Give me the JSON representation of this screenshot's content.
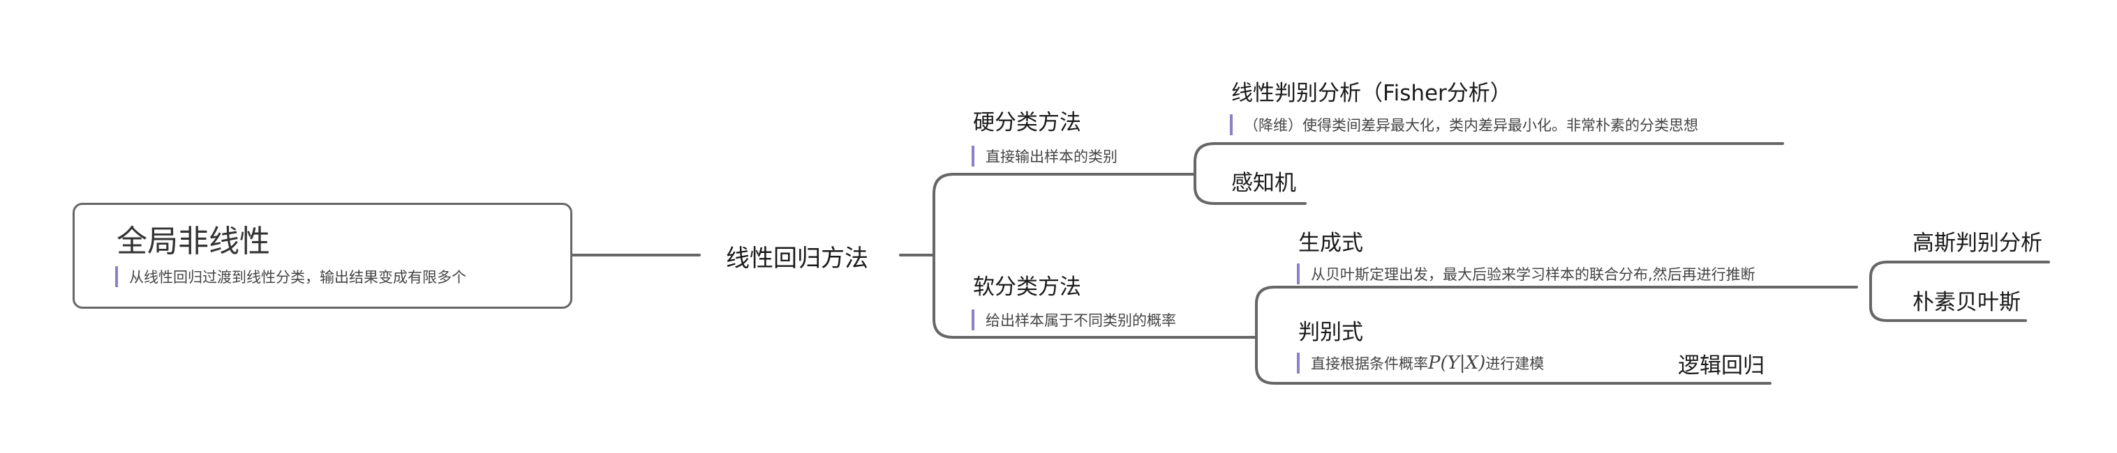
{
  "root": {
    "title": "全局非线性",
    "note": "从线性回归过渡到线性分类，输出结果变成有限多个"
  },
  "level1": {
    "title": "线性回归方法"
  },
  "hard": {
    "title": "硬分类方法",
    "note": "直接输出样本的类别",
    "children": {
      "fisher": {
        "title": "线性判别分析（Fisher分析）",
        "note": "（降维）使得类间差异最大化，类内差异最小化。非常朴素的分类思想"
      },
      "perceptron": {
        "title": "感知机"
      }
    }
  },
  "soft": {
    "title": "软分类方法",
    "note": "给出样本属于不同类别的概率",
    "children": {
      "generative": {
        "title": "生成式",
        "note": "从贝叶斯定理出发，最大后验来学习样本的联合分布,然后再进行推断",
        "children": {
          "gda": {
            "title": "高斯判别分析"
          },
          "naive_bayes": {
            "title": "朴素贝叶斯"
          }
        }
      },
      "discriminative": {
        "title": "判别式",
        "note_prefix": "直接根据条件概率",
        "note_math": "P(Y|X)",
        "note_suffix": "进行建模",
        "children": {
          "logistic": {
            "title": "逻辑回归"
          }
        }
      }
    }
  },
  "colors": {
    "line": "#666666",
    "note_bar": "#8a7fd0",
    "text": "#1a1a1a"
  }
}
